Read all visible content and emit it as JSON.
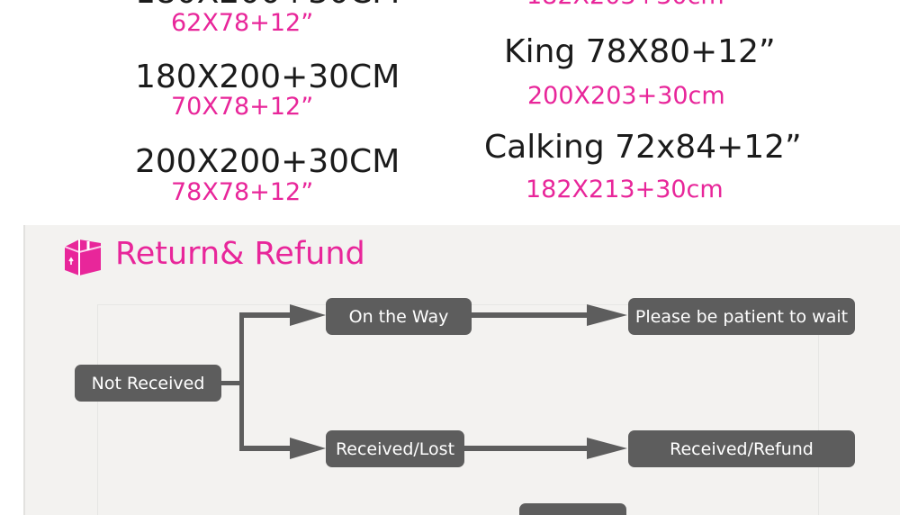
{
  "sizes": {
    "left": [
      {
        "cm": "",
        "inch": "62X78+12”"
      },
      {
        "cm": "180X200+30CM",
        "inch": "70X78+12”"
      },
      {
        "cm": "200X200+30CM",
        "inch": "78X78+12”"
      }
    ],
    "right": [
      {
        "name": "King 78X80+12”",
        "cm": "200X203+30cm"
      },
      {
        "name": "Calking  72x84+12”",
        "cm": "182X213+30cm"
      }
    ]
  },
  "section": {
    "title": "Return& Refund",
    "icon": "package-box-icon",
    "accent_color": "#e8269a",
    "node_color": "#5d5d5d"
  },
  "flow": {
    "not_received": "Not Received",
    "on_the_way": "On the Way",
    "please_wait": "Please be patient to wait",
    "received_lost": "Received/Lost",
    "received_refund": "Received/Refund"
  }
}
